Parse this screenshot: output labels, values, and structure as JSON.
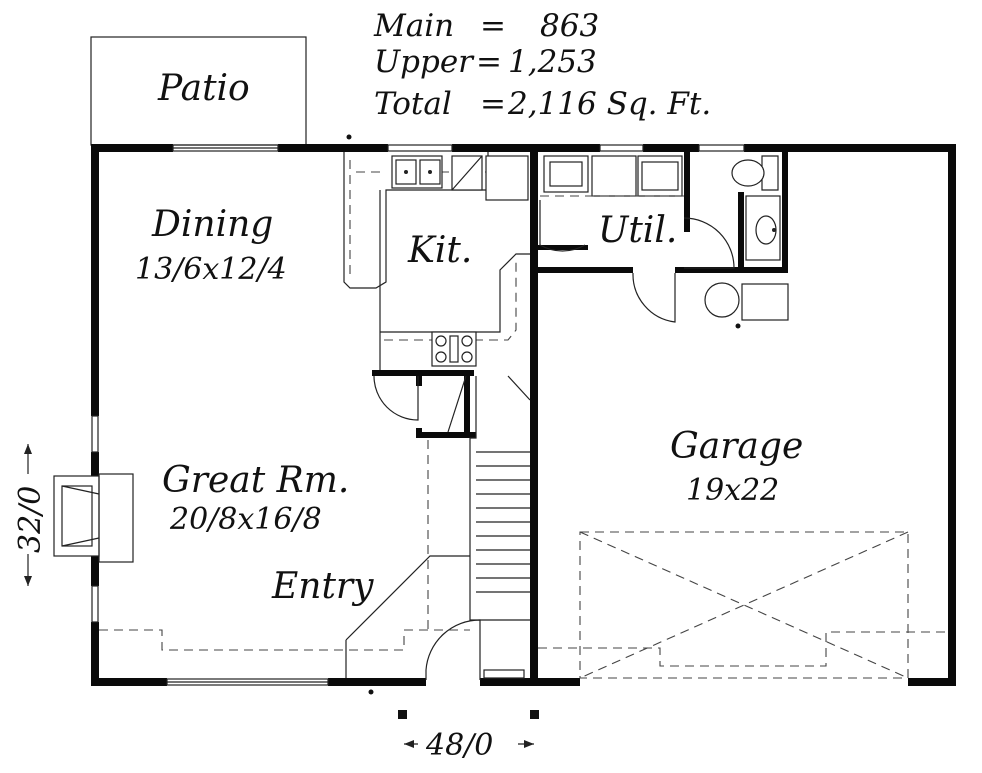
{
  "area_summary": {
    "main_label": "Main",
    "main_value": "863",
    "upper_label": "Upper",
    "upper_value": "1,253",
    "total_label": "Total",
    "total_value": "2,116 Sq. Ft."
  },
  "rooms": {
    "patio": {
      "name": "Patio"
    },
    "dining": {
      "name": "Dining",
      "size": "13/6x12/4"
    },
    "kitchen": {
      "name": "Kit."
    },
    "utility": {
      "name": "Util."
    },
    "great_room": {
      "name": "Great Rm.",
      "size": "20/8x16/8"
    },
    "entry": {
      "name": "Entry"
    },
    "garage": {
      "name": "Garage",
      "size": "19x22"
    }
  },
  "dimensions": {
    "depth": "32/0",
    "width": "48/0"
  }
}
